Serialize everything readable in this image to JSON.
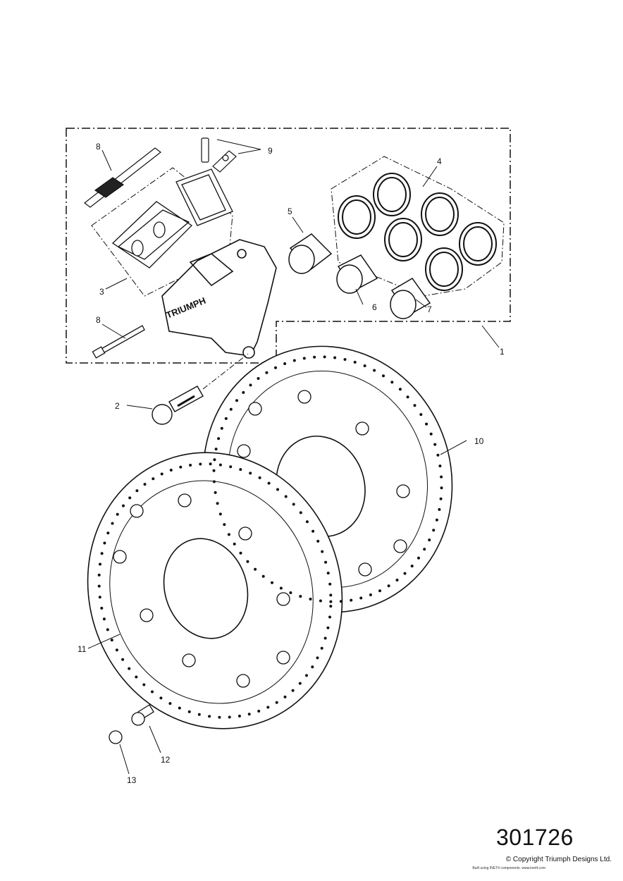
{
  "diagram": {
    "callouts": [
      "1",
      "2",
      "3",
      "4",
      "5",
      "6",
      "7",
      "8",
      "8",
      "9",
      "10",
      "11",
      "12",
      "13"
    ]
  },
  "footer": {
    "diagram_number": "301726",
    "copyright": "© Copyright Triumph Designs Ltd.",
    "built_with": "Built using INET4 components. www.inet4.com"
  },
  "caliper_marking": "TRIUMPH"
}
